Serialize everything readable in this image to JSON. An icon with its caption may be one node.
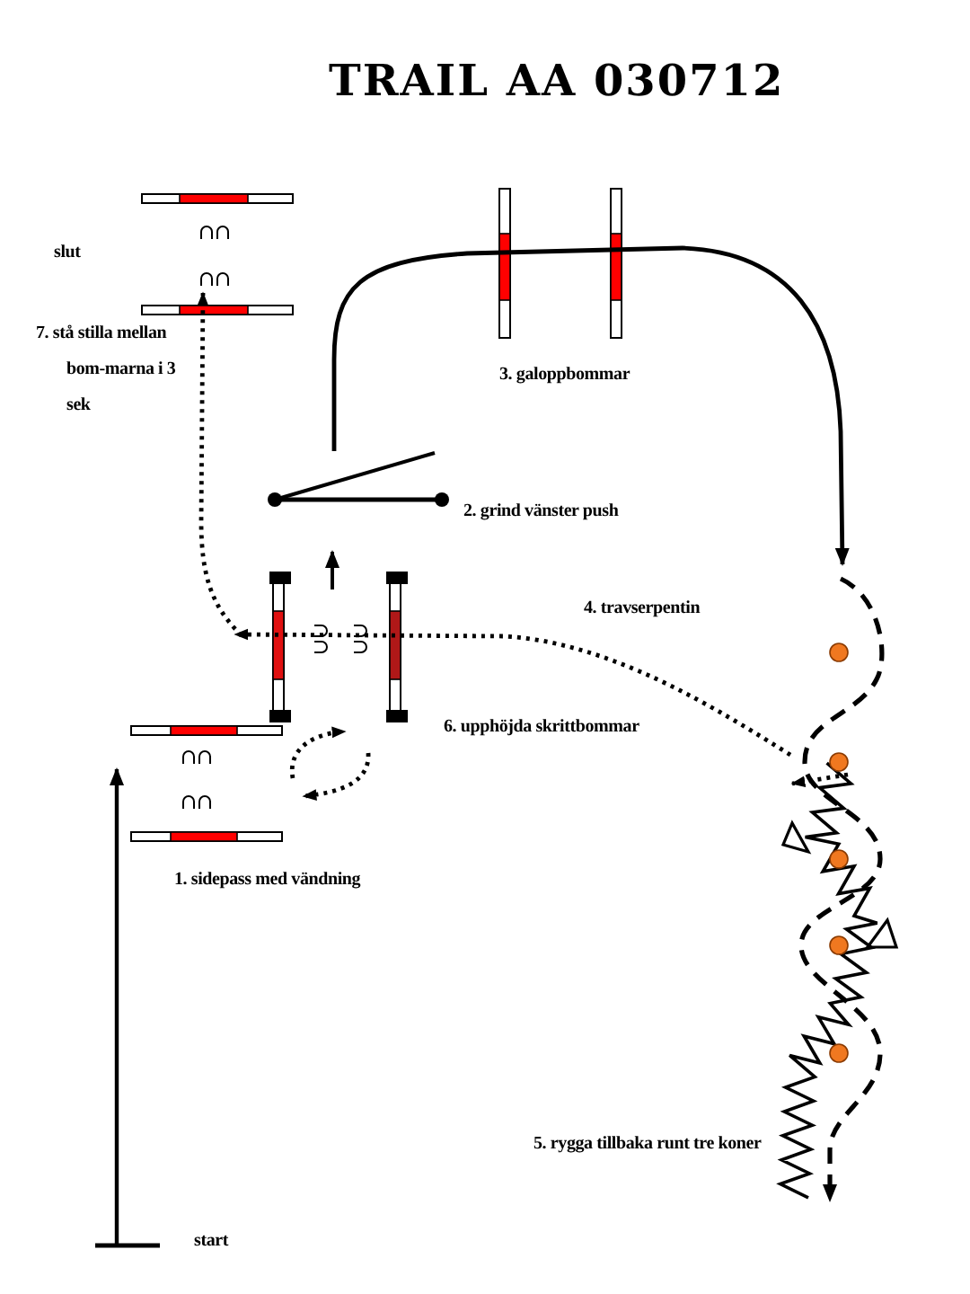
{
  "diagram": {
    "title": "TRAIL AA 030712",
    "labels": [
      "slut",
      "7. stå stilla mellan bom-marna i 3 sek",
      "3. galoppbommar",
      "2. grind vänster push",
      "4. travserpentin",
      "6. upphöjda skrittbommar",
      "1. sidepass med vändning",
      "5. rygga tillbaka runt tre koner",
      "start"
    ]
  }
}
